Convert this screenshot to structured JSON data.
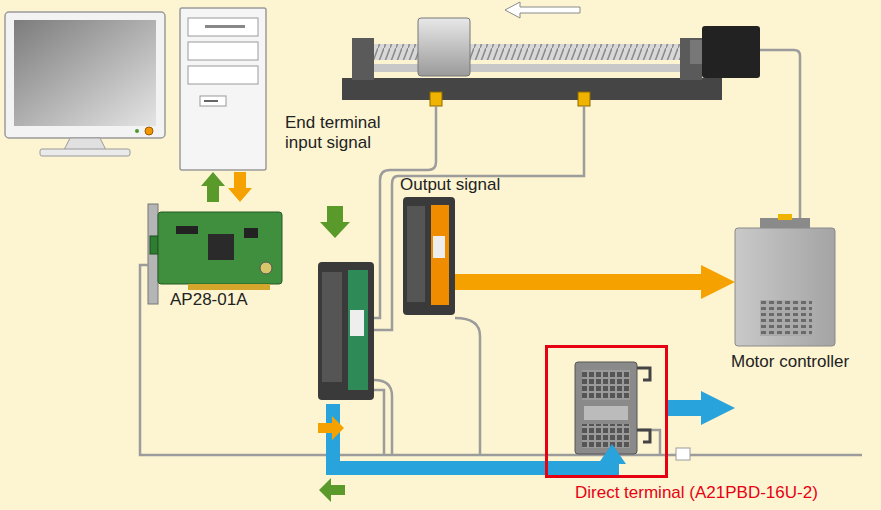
{
  "diagram": {
    "nodes": [
      {
        "text": [
          "AP28-01A"
        ]
      },
      {
        "text": [
          "Output signal"
        ]
      },
      {
        "text": [
          "Motor controller"
        ]
      },
      {
        "text": [
          "Direct terminal (A21PBD-16U-2)"
        ]
      }
    ],
    "edges": [
      {
        "from": 1,
        "to": 2,
        "arrow": "to"
      },
      {
        "from": 3,
        "to": 2,
        "arrow": "to"
      }
    ],
    "labels": [
      "End terminal input signal"
    ]
  }
}
